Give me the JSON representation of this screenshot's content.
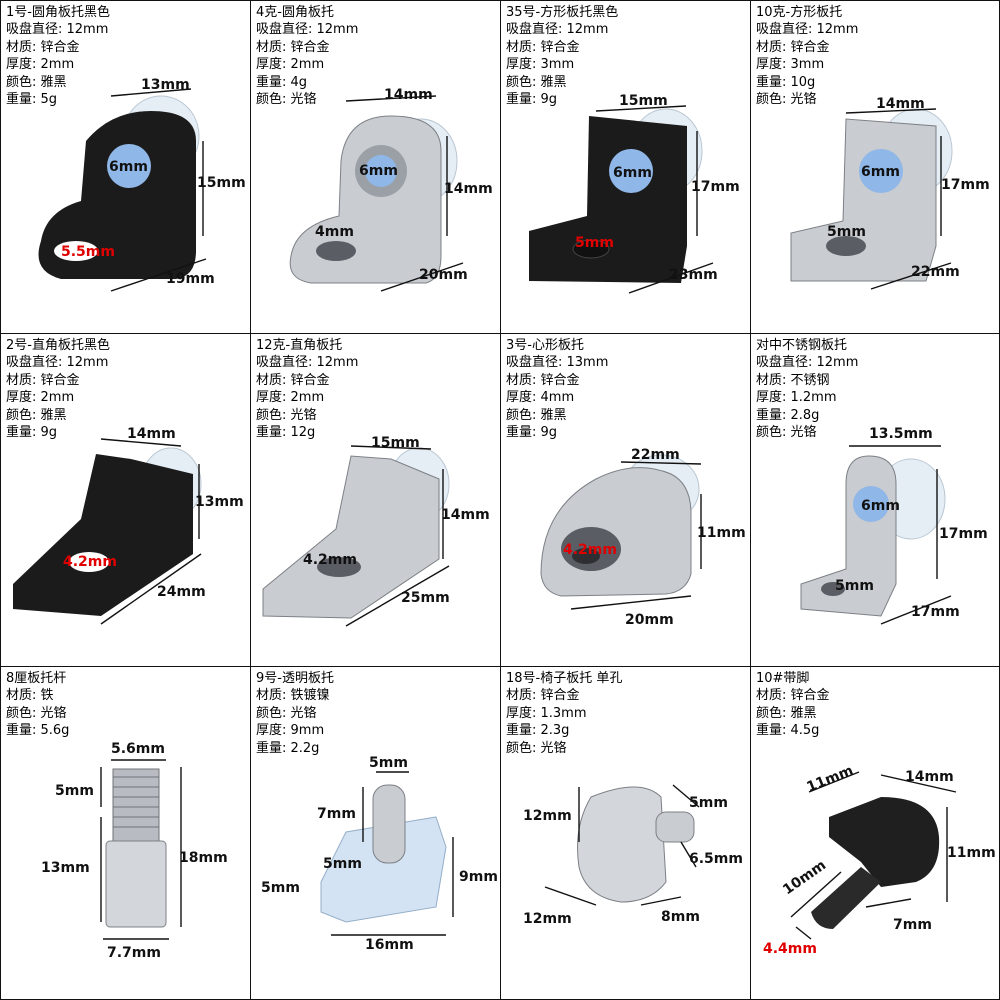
{
  "colors": {
    "black_part": "#1b1b1b",
    "chrome": "#c9ccd0",
    "red_label": "#e00000",
    "suction_cup": "#dfe9f2"
  },
  "cells": [
    {
      "lines": [
        "1号-圆角板托黑色",
        "吸盘直径: 12mm",
        "材质: 锌合金",
        "厚度: 2mm",
        "颜色: 雅黑",
        "重量: 5g"
      ],
      "dims": [
        "13mm",
        "15mm",
        "19mm",
        "6mm",
        "5.5mm"
      ],
      "icon": "black-round-bracket-icon"
    },
    {
      "lines": [
        "4克-圆角板托",
        "吸盘直径: 12mm",
        "材质: 锌合金",
        "厚度: 2mm",
        "重量: 4g",
        "颜色: 光铬"
      ],
      "dims": [
        "14mm",
        "14mm",
        "20mm",
        "6mm",
        "4mm"
      ],
      "icon": "chrome-round-bracket-icon"
    },
    {
      "lines": [
        "35号-方形板托黑色",
        "吸盘直径: 12mm",
        "材质: 锌合金",
        "厚度: 3mm",
        "颜色: 雅黑",
        "重量: 9g"
      ],
      "dims": [
        "15mm",
        "17mm",
        "23mm",
        "6mm",
        "5mm"
      ],
      "icon": "black-square-bracket-icon"
    },
    {
      "lines": [
        "10克-方形板托",
        "吸盘直径: 12mm",
        "材质: 锌合金",
        "厚度: 3mm",
        "重量: 10g",
        "颜色: 光铬"
      ],
      "dims": [
        "14mm",
        "17mm",
        "22mm",
        "6mm",
        "5mm"
      ],
      "icon": "chrome-square-bracket-icon"
    },
    {
      "lines": [
        "2号-直角板托黑色",
        "吸盘直径: 12mm",
        "材质: 锌合金",
        "厚度: 2mm",
        "颜色: 雅黑",
        "重量: 9g"
      ],
      "dims": [
        "14mm",
        "13mm",
        "24mm",
        "4.2mm"
      ],
      "icon": "black-right-angle-bracket-icon"
    },
    {
      "lines": [
        "12克-直角板托",
        "吸盘直径: 12mm",
        "材质: 锌合金",
        "厚度: 2mm",
        "颜色: 光铬",
        "重量: 12g"
      ],
      "dims": [
        "15mm",
        "14mm",
        "25mm",
        "4.2mm"
      ],
      "icon": "chrome-right-angle-bracket-icon"
    },
    {
      "lines": [
        "3号-心形板托",
        "吸盘直径: 13mm",
        "材质: 锌合金",
        "厚度: 4mm",
        "颜色: 雅黑",
        "重量: 9g"
      ],
      "dims": [
        "22mm",
        "11mm",
        "20mm",
        "4.2mm"
      ],
      "icon": "chrome-heart-bracket-icon"
    },
    {
      "lines": [
        "对中不锈钢板托",
        "吸盘直径: 12mm",
        "材质: 不锈钢",
        "厚度: 1.2mm",
        "重量: 2.8g",
        "颜色: 光铬"
      ],
      "dims": [
        "13.5mm",
        "17mm",
        "17mm",
        "6mm",
        "5mm"
      ],
      "icon": "steel-centered-bracket-icon"
    },
    {
      "lines": [
        "8厘板托杆",
        "材质: 铁",
        "颜色: 光铬",
        "重量: 5.6g"
      ],
      "dims": [
        "5.6mm",
        "5mm",
        "13mm",
        "18mm",
        "7.7mm"
      ],
      "icon": "threaded-pin-icon"
    },
    {
      "lines": [
        "9号-透明板托",
        "材质: 铁镀镍",
        "颜色: 光铬",
        "厚度: 9mm",
        "重量: 2.2g"
      ],
      "dims": [
        "5mm",
        "7mm",
        "5mm",
        "5mm",
        "9mm",
        "16mm"
      ],
      "icon": "clear-pin-bracket-icon"
    },
    {
      "lines": [
        "18号-椅子板托 单孔",
        "材质: 锌合金",
        "厚度: 1.3mm",
        "重量: 2.3g",
        "颜色: 光铬"
      ],
      "dims": [
        "12mm",
        "5mm",
        "6.5mm",
        "12mm",
        "8mm"
      ],
      "icon": "chair-pin-icon"
    },
    {
      "lines": [
        "10#带脚",
        "材质: 锌合金",
        "颜色: 雅黑",
        "重量: 4.5g"
      ],
      "dims": [
        "11mm",
        "14mm",
        "11mm",
        "10mm",
        "7mm",
        "4.4mm"
      ],
      "icon": "black-footed-pin-icon"
    }
  ]
}
